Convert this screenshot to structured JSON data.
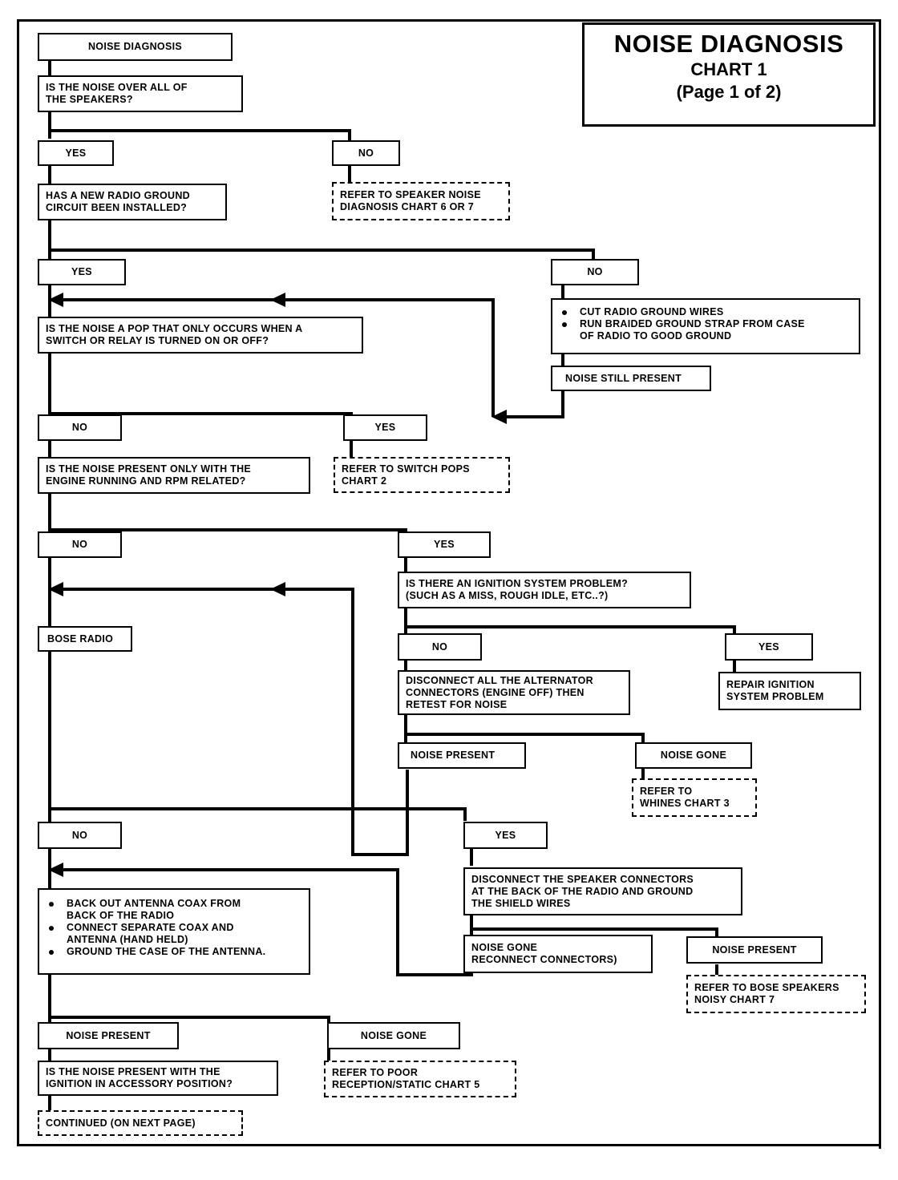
{
  "title": {
    "heading": "NOISE  DIAGNOSIS",
    "chart": "CHART 1",
    "page": "(Page 1 of 2)"
  },
  "nodes": {
    "start": {
      "label": "NOISE  DIAGNOSIS"
    },
    "q_all_speakers": {
      "line1": "IS THE NOISE OVER ALL OF",
      "line2": "THE SPEAKERS?"
    },
    "yes1": {
      "label": "YES"
    },
    "no1": {
      "label": "NO"
    },
    "refer_chart_6_7": {
      "line1": "REFER TO SPEAKER NOISE",
      "line2": "DIAGNOSIS CHART 6 OR 7"
    },
    "q_new_ground": {
      "line1": "HAS A NEW RADIO GROUND",
      "line2": "CIRCUIT BEEN INSTALLED?"
    },
    "yes2": {
      "label": "YES"
    },
    "no2": {
      "label": "NO"
    },
    "ground_actions": {
      "bullet1": "CUT RADIO GROUND WIRES",
      "bullet2_line1": "RUN BRAIDED GROUND STRAP FROM CASE",
      "bullet2_line2": "OF RADIO TO GOOD GROUND"
    },
    "noise_still_present": {
      "label": "NOISE STILL PRESENT"
    },
    "q_pop": {
      "line1": "IS THE NOISE A POP THAT ONLY OCCURS WHEN A",
      "line2": "SWITCH OR RELAY IS TURNED ON OR OFF?"
    },
    "no3": {
      "label": "NO"
    },
    "yes3": {
      "label": "YES"
    },
    "refer_switch_pops": {
      "line1": "REFER TO SWITCH POPS",
      "line2": "CHART 2"
    },
    "q_engine_rpm": {
      "line1": "IS THE NOISE PRESENT ONLY WITH THE",
      "line2": "ENGINE RUNNING AND RPM RELATED?"
    },
    "no4": {
      "label": "NO"
    },
    "yes4": {
      "label": "YES"
    },
    "q_ignition": {
      "line1": "IS THERE AN IGNITION SYSTEM PROBLEM?",
      "line2": "(SUCH AS A MISS, ROUGH IDLE, ETC..?)"
    },
    "bose_radio": {
      "label": "BOSE RADIO"
    },
    "no5": {
      "label": "NO"
    },
    "yes5": {
      "label": "YES"
    },
    "repair_ignition": {
      "line1": "REPAIR IGNITION",
      "line2": "SYSTEM PROBLEM"
    },
    "disconnect_alt": {
      "line1": "DISCONNECT ALL THE ALTERNATOR",
      "line2": "CONNECTORS (ENGINE OFF) THEN",
      "line3": "RETEST FOR NOISE"
    },
    "noise_present_1": {
      "label": "NOISE PRESENT"
    },
    "noise_gone_1": {
      "label": "NOISE GONE"
    },
    "refer_whines": {
      "line1": "REFER TO",
      "line2": "WHINES CHART 3"
    },
    "no6": {
      "label": "NO"
    },
    "yes6": {
      "label": "YES"
    },
    "disconnect_spk": {
      "line1": "DISCONNECT THE SPEAKER CONNECTORS",
      "line2": "AT THE BACK OF THE RADIO AND GROUND",
      "line3": "THE SHIELD WIRES"
    },
    "antenna_actions": {
      "bullet1_line1": "BACK OUT ANTENNA COAX FROM",
      "bullet1_line2": "BACK OF THE RADIO",
      "bullet2_line1": "CONNECT SEPARATE COAX AND",
      "bullet2_line2": "ANTENNA (HAND HELD)",
      "bullet3_line1": "GROUND THE CASE OF THE ANTENNA."
    },
    "noise_gone_reconnect": {
      "line1": "NOISE GONE",
      "line2": "RECONNECT CONNECTORS)"
    },
    "noise_present_2": {
      "label": "NOISE PRESENT"
    },
    "refer_bose_spk": {
      "line1": "REFER TO BOSE SPEAKERS",
      "line2": "NOISY CHART 7"
    },
    "noise_present_3": {
      "label": "NOISE PRESENT"
    },
    "noise_gone_2": {
      "label": "NOISE GONE"
    },
    "refer_poor_rec": {
      "line1": "REFER TO POOR",
      "line2": "RECEPTION/STATIC CHART 5"
    },
    "q_accessory": {
      "line1": "IS THE NOISE PRESENT WITH THE",
      "line2": "IGNITION IN ACCESSORY POSITION?"
    },
    "continued": {
      "label": "CONTINUED (ON NEXT PAGE)"
    }
  }
}
